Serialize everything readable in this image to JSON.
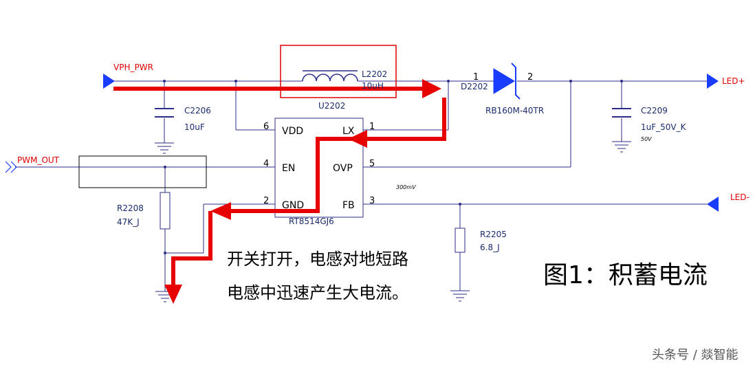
{
  "nets": {
    "vph_pwr": "VPH_PWR",
    "pwm_out": "PWM_OUT",
    "led_plus": "LED+",
    "led_minus": "LED-"
  },
  "components": {
    "inductor": {
      "ref": "L2202",
      "value": "10uH"
    },
    "ic": {
      "ref": "U2202",
      "part": "RT8514GJ6"
    },
    "diode": {
      "ref": "D2202",
      "part": "RB160M-40TR",
      "pin1": "1",
      "pin2": "2"
    },
    "c2206": {
      "ref": "C2206",
      "value": "10uF"
    },
    "c2209": {
      "ref": "C2209",
      "value": "1uF_50V_K",
      "note": "50V"
    },
    "r2208": {
      "ref": "R2208",
      "value": "47K_J"
    },
    "r2205": {
      "ref": "R2205",
      "value": "6.8_J"
    }
  },
  "ic_pins": {
    "vdd": {
      "name": "VDD",
      "num": "6"
    },
    "lx": {
      "name": "LX",
      "num": "1"
    },
    "en": {
      "name": "EN",
      "num": "4"
    },
    "ovp": {
      "name": "OVP",
      "num": "5"
    },
    "gnd": {
      "name": "GND",
      "num": "2"
    },
    "fb": {
      "name": "FB",
      "num": "3"
    }
  },
  "annotations": {
    "fb_voltage": "300mV",
    "caption_line1": "开关打开，电感对地短路",
    "caption_line2": "电感中迅速产生大电流。",
    "figure_title": "图1：积蓄电流",
    "watermark": "头条号 / 燚智能"
  },
  "colors": {
    "wire": "#2b2b8a",
    "arrow": "#e60000",
    "net_label": "#e00000",
    "port": "#1a3cff",
    "highlight_box": "#e00000"
  }
}
